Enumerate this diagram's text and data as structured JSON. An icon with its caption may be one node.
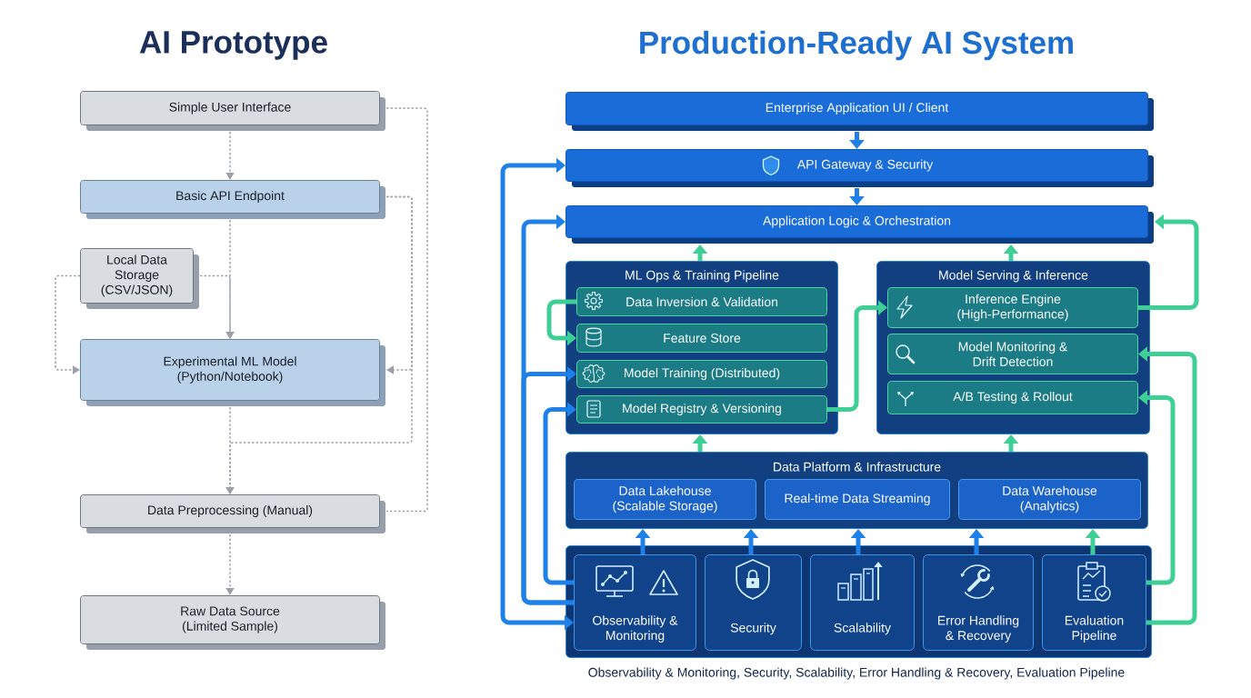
{
  "diagram": {
    "caption": "Observability & Monitoring, Security, Scalability, Error Handling & Recovery, Evaluation Pipeline",
    "nodes": [
      {
        "text": [
          "Simple User Interface"
        ]
      },
      {
        "text": [
          "Basic API Endpoint"
        ]
      },
      {
        "text": [
          "Local Data Storage (CSV/JSON)"
        ]
      },
      {
        "text": [
          "Experimental ML Model (Python/Notebook)"
        ]
      },
      {
        "text": [
          "Data Preprocessing (Manual)"
        ]
      },
      {
        "text": [
          "Raw Data Source (Limited Sample)"
        ]
      },
      {
        "text": [
          "Enterprise Application UI / Client"
        ]
      },
      {
        "text": [
          "API Gateway & Security"
        ]
      },
      {
        "text": [
          "Application Logic & Orchestration"
        ]
      },
      {
        "text": [
          "ML Ops & Training Pipeline"
        ]
      },
      {
        "text": [
          "Data Inversion & Validation"
        ],
        "in": 9
      },
      {
        "text": [
          "Feature Store"
        ],
        "in": 9
      },
      {
        "text": [
          "Model Training (Distributed)"
        ],
        "in": 9
      },
      {
        "text": [
          "Model Registry & Versioning"
        ],
        "in": 9
      },
      {
        "text": [
          "Model Serving & Inference"
        ]
      },
      {
        "text": [
          "Inference Engine (High-Performance)"
        ],
        "in": 14
      },
      {
        "text": [
          "Model Monitoring & Drift Detection"
        ],
        "in": 14
      },
      {
        "text": [
          "A/B Testing & Rollout"
        ],
        "in": 14
      },
      {
        "text": [
          "Data Platform & Infrastructure"
        ]
      },
      {
        "text": [
          "Data Lakehouse (Scalable Storage)"
        ],
        "in": 18
      },
      {
        "text": [
          "Real-time Data Streaming"
        ],
        "in": 18
      },
      {
        "text": [
          "Data Warehouse (Analytics)"
        ],
        "in": 18
      },
      {
        "text": [],
        "shape": "box"
      },
      {
        "text": [
          "Observability & Monitoring"
        ],
        "in": 22
      },
      {
        "text": [
          "Security"
        ],
        "in": 22
      },
      {
        "text": [
          "Scalability"
        ],
        "in": 22
      },
      {
        "text": [
          "Error Handling & Recovery"
        ],
        "in": 22
      },
      {
        "text": [
          "Evaluation Pipeline"
        ],
        "in": 22
      }
    ],
    "edges": [
      {
        "from": 0,
        "to": 1,
        "arrow": "to",
        "style": "dashed",
        "color": "#9aa0a8"
      },
      {
        "from": 1,
        "to": 3,
        "arrow": "to",
        "style": "dashed",
        "color": "#9aa0a8"
      },
      {
        "from": 2,
        "to": 3,
        "arrow": "to",
        "style": "dashed",
        "color": "#9aa0a8"
      },
      {
        "from": 2,
        "to": 3,
        "arrow": "to",
        "style": "dashed",
        "color": "#9aa0a8"
      },
      {
        "from": 1,
        "to": 3,
        "arrow": "to",
        "style": "dashed",
        "color": "#9aa0a8"
      },
      {
        "from": 1,
        "to": 4,
        "arrow": "to",
        "style": "dashed",
        "color": "#9aa0a8"
      },
      {
        "from": 0,
        "to": 4,
        "arrow": "none",
        "style": "dashed",
        "color": "#9aa0a8"
      },
      {
        "from": 3,
        "to": 4,
        "arrow": "to",
        "style": "dashed",
        "color": "#9aa0a8"
      },
      {
        "from": 4,
        "to": 5,
        "arrow": "to",
        "style": "dashed",
        "color": "#9aa0a8"
      },
      {
        "from": 6,
        "to": 7,
        "arrow": "to",
        "color": "#1e80e8"
      },
      {
        "from": 7,
        "to": 8,
        "arrow": "to",
        "color": "#1e80e8"
      },
      {
        "from": 9,
        "to": 8,
        "arrow": "to",
        "color": "#3ecf95"
      },
      {
        "from": 14,
        "to": 8,
        "arrow": "to",
        "color": "#3ecf95"
      },
      {
        "from": 18,
        "to": 9,
        "arrow": "to",
        "color": "#3ecf95"
      },
      {
        "from": 18,
        "to": 14,
        "arrow": "to",
        "color": "#3ecf95"
      },
      {
        "from": 23,
        "to": 18,
        "arrow": "to",
        "color": "#1e80e8"
      },
      {
        "from": 24,
        "to": 18,
        "arrow": "to",
        "color": "#1e80e8"
      },
      {
        "from": 25,
        "to": 18,
        "arrow": "to",
        "color": "#1e80e8"
      },
      {
        "from": 26,
        "to": 18,
        "arrow": "to",
        "color": "#1e80e8"
      },
      {
        "from": 27,
        "to": 18,
        "arrow": "to",
        "color": "#3ecf95"
      },
      {
        "from": 10,
        "to": 11,
        "arrow": "to",
        "color": "#3ecf95"
      },
      {
        "from": 13,
        "to": 15,
        "arrow": "to",
        "color": "#3ecf95"
      },
      {
        "from": 15,
        "to": 8,
        "arrow": "to",
        "color": "#3ecf95"
      },
      {
        "from": 27,
        "to": 16,
        "arrow": "to",
        "color": "#3ecf95"
      },
      {
        "from": 27,
        "to": 17,
        "arrow": "to",
        "color": "#3ecf95"
      },
      {
        "from": 23,
        "to": 7,
        "arrow": "both",
        "color": "#1e80e8"
      },
      {
        "from": 23,
        "to": 8,
        "arrow": "to",
        "color": "#1e80e8"
      },
      {
        "from": 23,
        "to": 12,
        "arrow": "to",
        "color": "#1e80e8"
      },
      {
        "from": 23,
        "to": 13,
        "arrow": "to",
        "color": "#1e80e8"
      }
    ],
    "labels": [
      "AI Prototype",
      "Production-Ready AI System"
    ]
  }
}
